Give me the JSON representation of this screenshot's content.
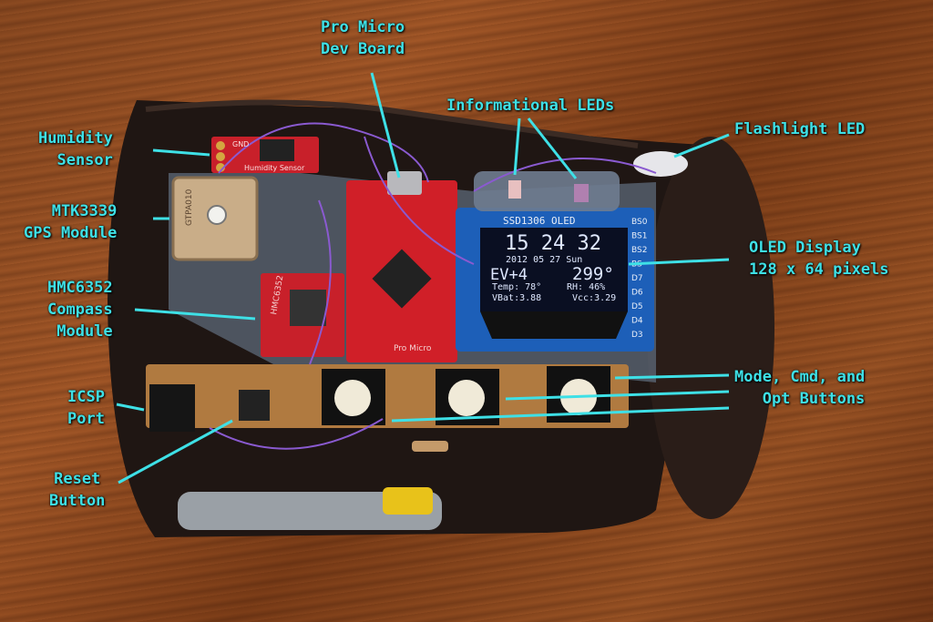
{
  "labels": {
    "pro_micro": "Pro Micro\nDev Board",
    "info_leds": "Informational LEDs",
    "flashlight_led": "Flashlight LED",
    "humidity": "Humidity\nSensor",
    "gps": "MTK3339\nGPS Module",
    "oled": "OLED Display\n128 x 64 pixels",
    "compass": "HMC6352\nCompass\nModule",
    "buttons": "Mode, Cmd, and\nOpt Buttons",
    "icsp": "ICSP\nPort",
    "reset": "Reset\nButton"
  },
  "board_text": {
    "oled_header": "SSD1306 OLED",
    "compass_chip": "HMC6352",
    "pro_micro_silk": "Pro Micro",
    "gps_chip": "GTPA010",
    "humidity_silk": "Humidity Sensor",
    "gnd": "GND",
    "pins_right": [
      "BS0",
      "BS1",
      "BS2",
      "BS",
      "D7",
      "D6",
      "D5",
      "D4",
      "D3"
    ]
  },
  "oled_screen": {
    "time": "15 24 32",
    "date": "2012 05 27 Sun",
    "ev": "EV+4",
    "heading": "299°",
    "temp": "Temp: 78°",
    "rh": "RH: 46%",
    "vbat": "VBat:3.88",
    "vcc": "Vcc:3.29"
  },
  "colors": {
    "callout": "#3ee0e6",
    "board_red": "#c8202a",
    "oled_blue": "#1d5fb8"
  }
}
